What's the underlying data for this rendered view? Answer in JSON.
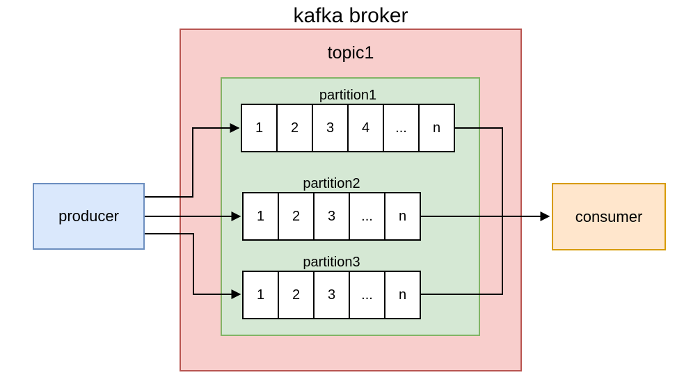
{
  "diagram": {
    "title": "kafka broker",
    "topic_label": "topic1",
    "partitions": [
      {
        "label": "partition1",
        "cells": [
          "1",
          "2",
          "3",
          "4",
          "...",
          "n"
        ]
      },
      {
        "label": "partition2",
        "cells": [
          "1",
          "2",
          "3",
          "...",
          "n"
        ]
      },
      {
        "label": "partition3",
        "cells": [
          "1",
          "2",
          "3",
          "...",
          "n"
        ]
      }
    ],
    "producer_label": "producer",
    "consumer_label": "consumer"
  },
  "colors": {
    "broker-fill": "#f8cecc",
    "broker-border": "#b85450",
    "topic-fill": "#d5e8d4",
    "topic-border": "#82b366",
    "producer-fill": "#dae8fc",
    "producer-border": "#6c8ebf",
    "consumer-fill": "#ffe6cc",
    "consumer-border": "#d79b00",
    "cell-fill": "#ffffff",
    "cell-border": "#000000",
    "line": "#000000",
    "text": "#000000"
  }
}
